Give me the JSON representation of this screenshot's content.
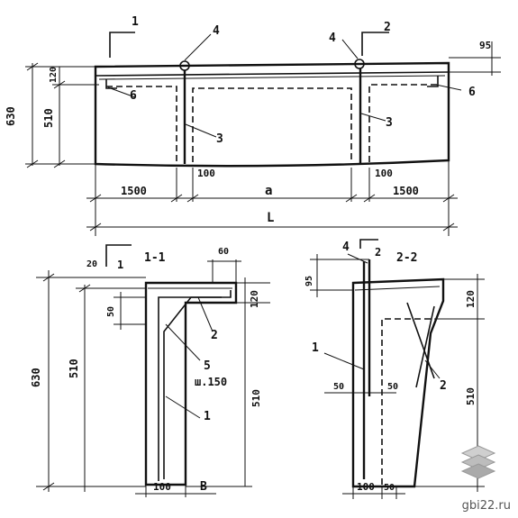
{
  "labels": {
    "n1": "1",
    "n2": "2",
    "n3": "3",
    "n4": "4",
    "n5": "5",
    "n6": "6",
    "d630": "630",
    "d510": "510",
    "d120": "120",
    "d95": "95",
    "d100": "100",
    "d1500": "1500",
    "d50": "50",
    "d60": "60",
    "d20": "20",
    "dim_a": "a",
    "dim_L": "L",
    "dim_B": "B",
    "sec11": "1-1",
    "sec22": "2-2",
    "pitch": "ш.150"
  },
  "watermark": "gbi22.ru",
  "colors": {
    "ink": "#111111",
    "paper": "#ffffff",
    "watermark": "#555555"
  }
}
